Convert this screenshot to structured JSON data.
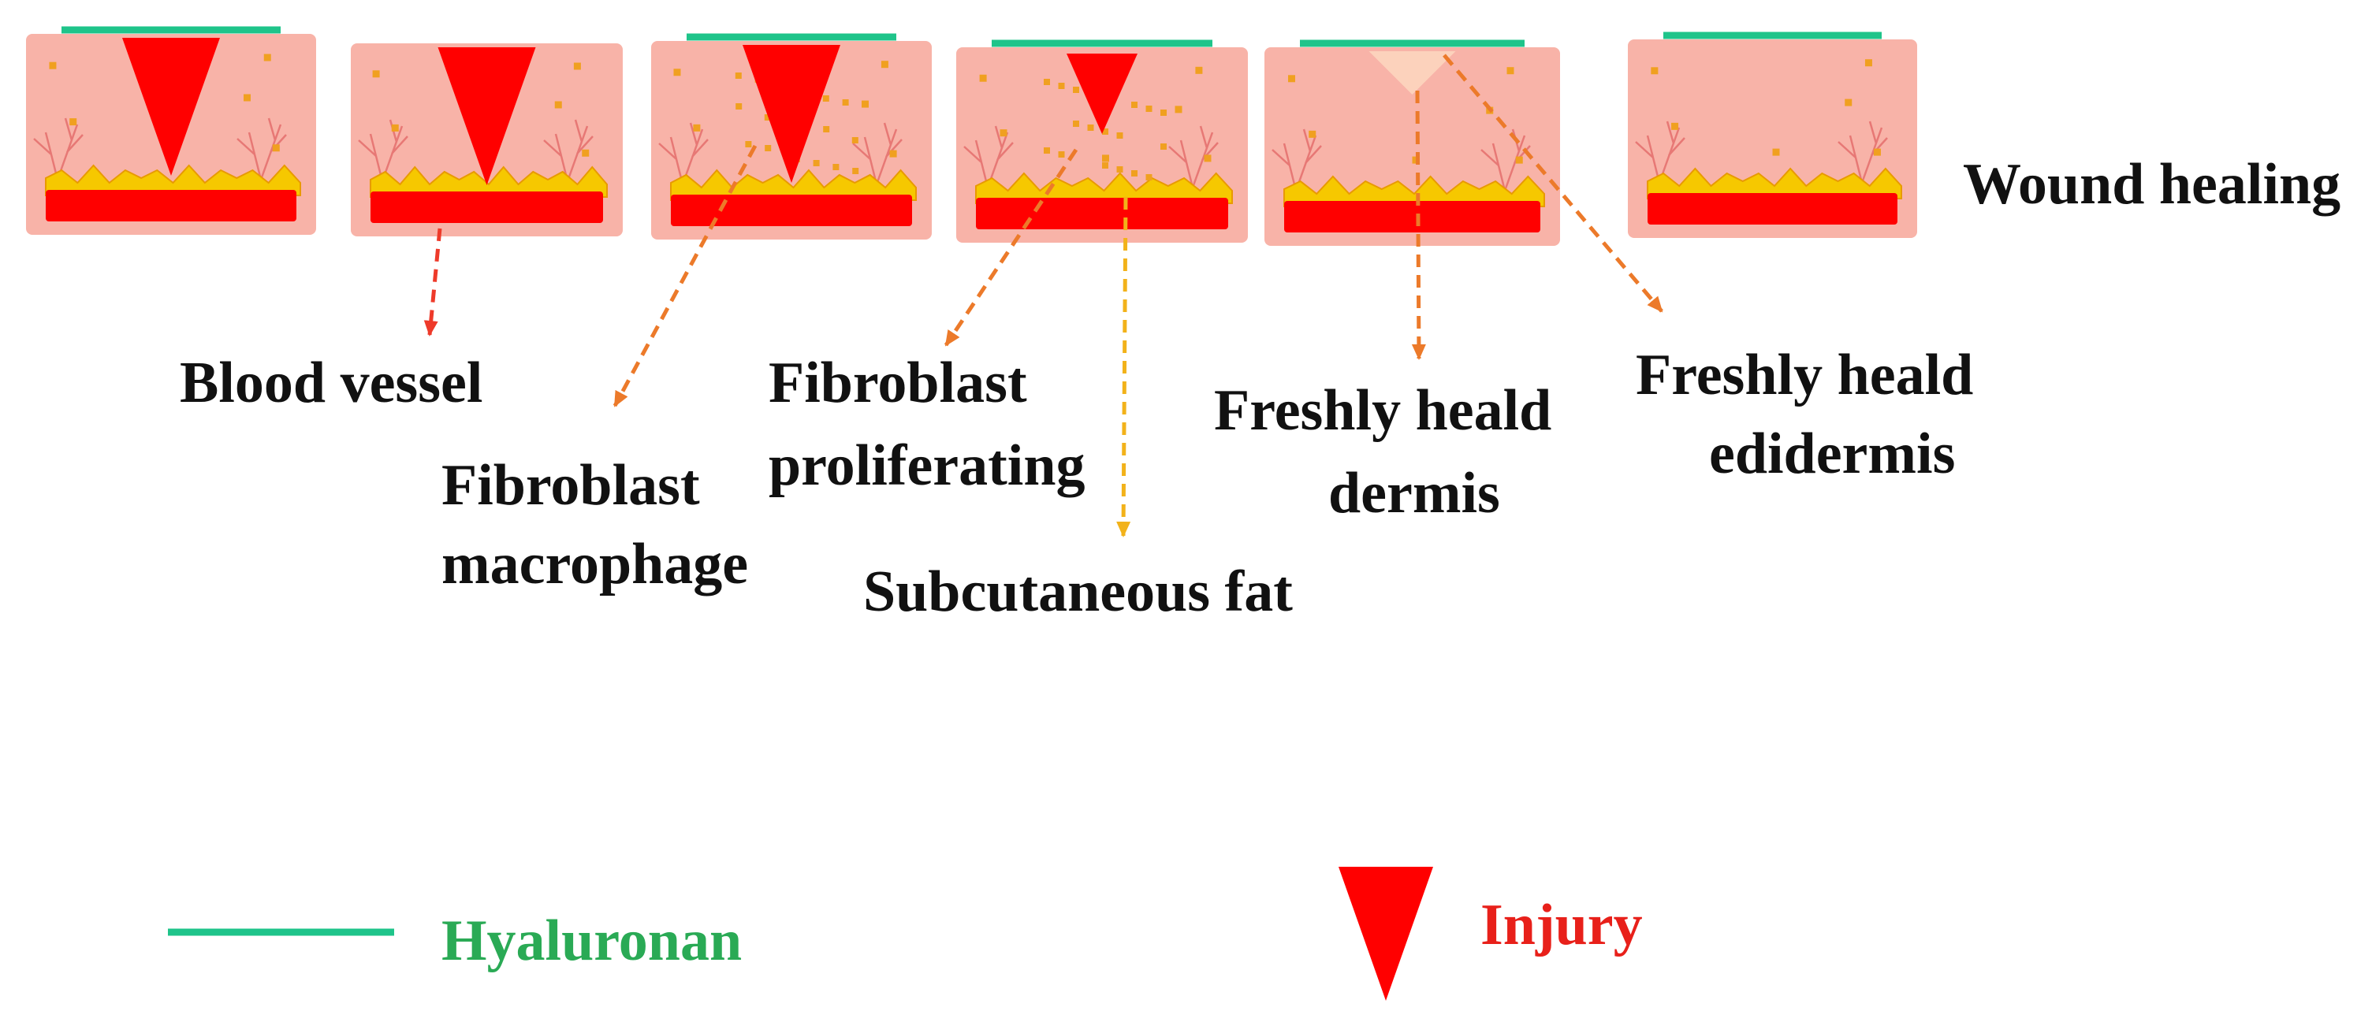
{
  "colors": {
    "skin": "#f8b3a8",
    "skin_border": "#e8a49a",
    "hyaluronan": "#1fc48a",
    "injury": "#ff0000",
    "vessel": "#ff0000",
    "fat": "#f6c800",
    "fat_edge": "#e89a00",
    "fibroblast_dot": "#f0a020",
    "capillary": "#e06060",
    "arrow_red": "#ee3a2a",
    "arrow_orange": "#ec7a2a",
    "arrow_yellow": "#f2b21a",
    "healing_scab": "#fcd2bc",
    "text": "#111111"
  },
  "diagram": {
    "title_label": "Wound healing",
    "stages": [
      {
        "id": "stage-1",
        "hyaluronan": true,
        "injury": "full",
        "scars": false
      },
      {
        "id": "stage-2",
        "hyaluronan": false,
        "injury": "full",
        "scars": false
      },
      {
        "id": "stage-3",
        "hyaluronan": true,
        "injury": "full",
        "scars": true
      },
      {
        "id": "stage-4",
        "hyaluronan": true,
        "injury": "small",
        "scars": true
      },
      {
        "id": "stage-5",
        "hyaluronan": true,
        "injury": "healing",
        "scars": false
      },
      {
        "id": "stage-6",
        "hyaluronan": true,
        "injury": "none",
        "scars": false
      }
    ],
    "labels": {
      "blood_vessel": "Blood vessel",
      "fibroblast_macrophage_1": "Fibroblast",
      "fibroblast_macrophage_2": "macrophage",
      "fibroblast_proliferating_1": "Fibroblast",
      "fibroblast_proliferating_2": "proliferating",
      "subcutaneous_fat": "Subcutaneous fat",
      "freshly_dermis_1": "Freshly heald",
      "freshly_dermis_2": "dermis",
      "freshly_epidermis_1": "Freshly heald",
      "freshly_epidermis_2": "edidermis"
    }
  },
  "legend": {
    "hyaluronan_label": "Hyaluronan",
    "injury_label": "Injury",
    "hyaluronan_color": "#2aaa55",
    "injury_color": "#e8201a"
  }
}
